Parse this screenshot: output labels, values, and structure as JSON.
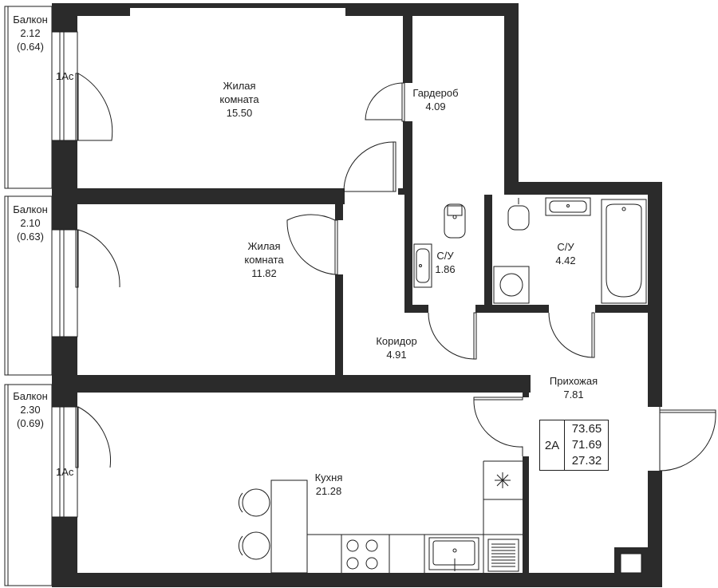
{
  "rooms": {
    "living1": {
      "name_line1": "Жилая",
      "name_line2": "комната",
      "area": "15.50"
    },
    "living2": {
      "name_line1": "Жилая",
      "name_line2": "комната",
      "area": "11.82"
    },
    "wardrobe": {
      "name": "Гардероб",
      "area": "4.09"
    },
    "bath_small": {
      "name": "С/У",
      "area": "1.86"
    },
    "bath_large": {
      "name": "С/У",
      "area": "4.42"
    },
    "corridor": {
      "name": "Коридор",
      "area": "4.91"
    },
    "hallway": {
      "name": "Прихожая",
      "area": "7.81"
    },
    "kitchen": {
      "name": "Кухня",
      "area": "21.28"
    }
  },
  "balconies": [
    {
      "name": "Балкон",
      "area": "2.12",
      "reduced": "(0.64)"
    },
    {
      "name": "Балкон",
      "area": "2.10",
      "reduced": "(0.63)"
    },
    {
      "name": "Балкон",
      "area": "2.30",
      "reduced": "(0.69)"
    }
  ],
  "window_codes": [
    "1Ас",
    "1Ас"
  ],
  "summary": {
    "type": "2А",
    "total_area": "73.65",
    "living_total": "71.69",
    "living_area": "27.32"
  },
  "colors": {
    "wall": "#2b2b2b",
    "line": "#1e1e1e",
    "background": "#ffffff"
  }
}
